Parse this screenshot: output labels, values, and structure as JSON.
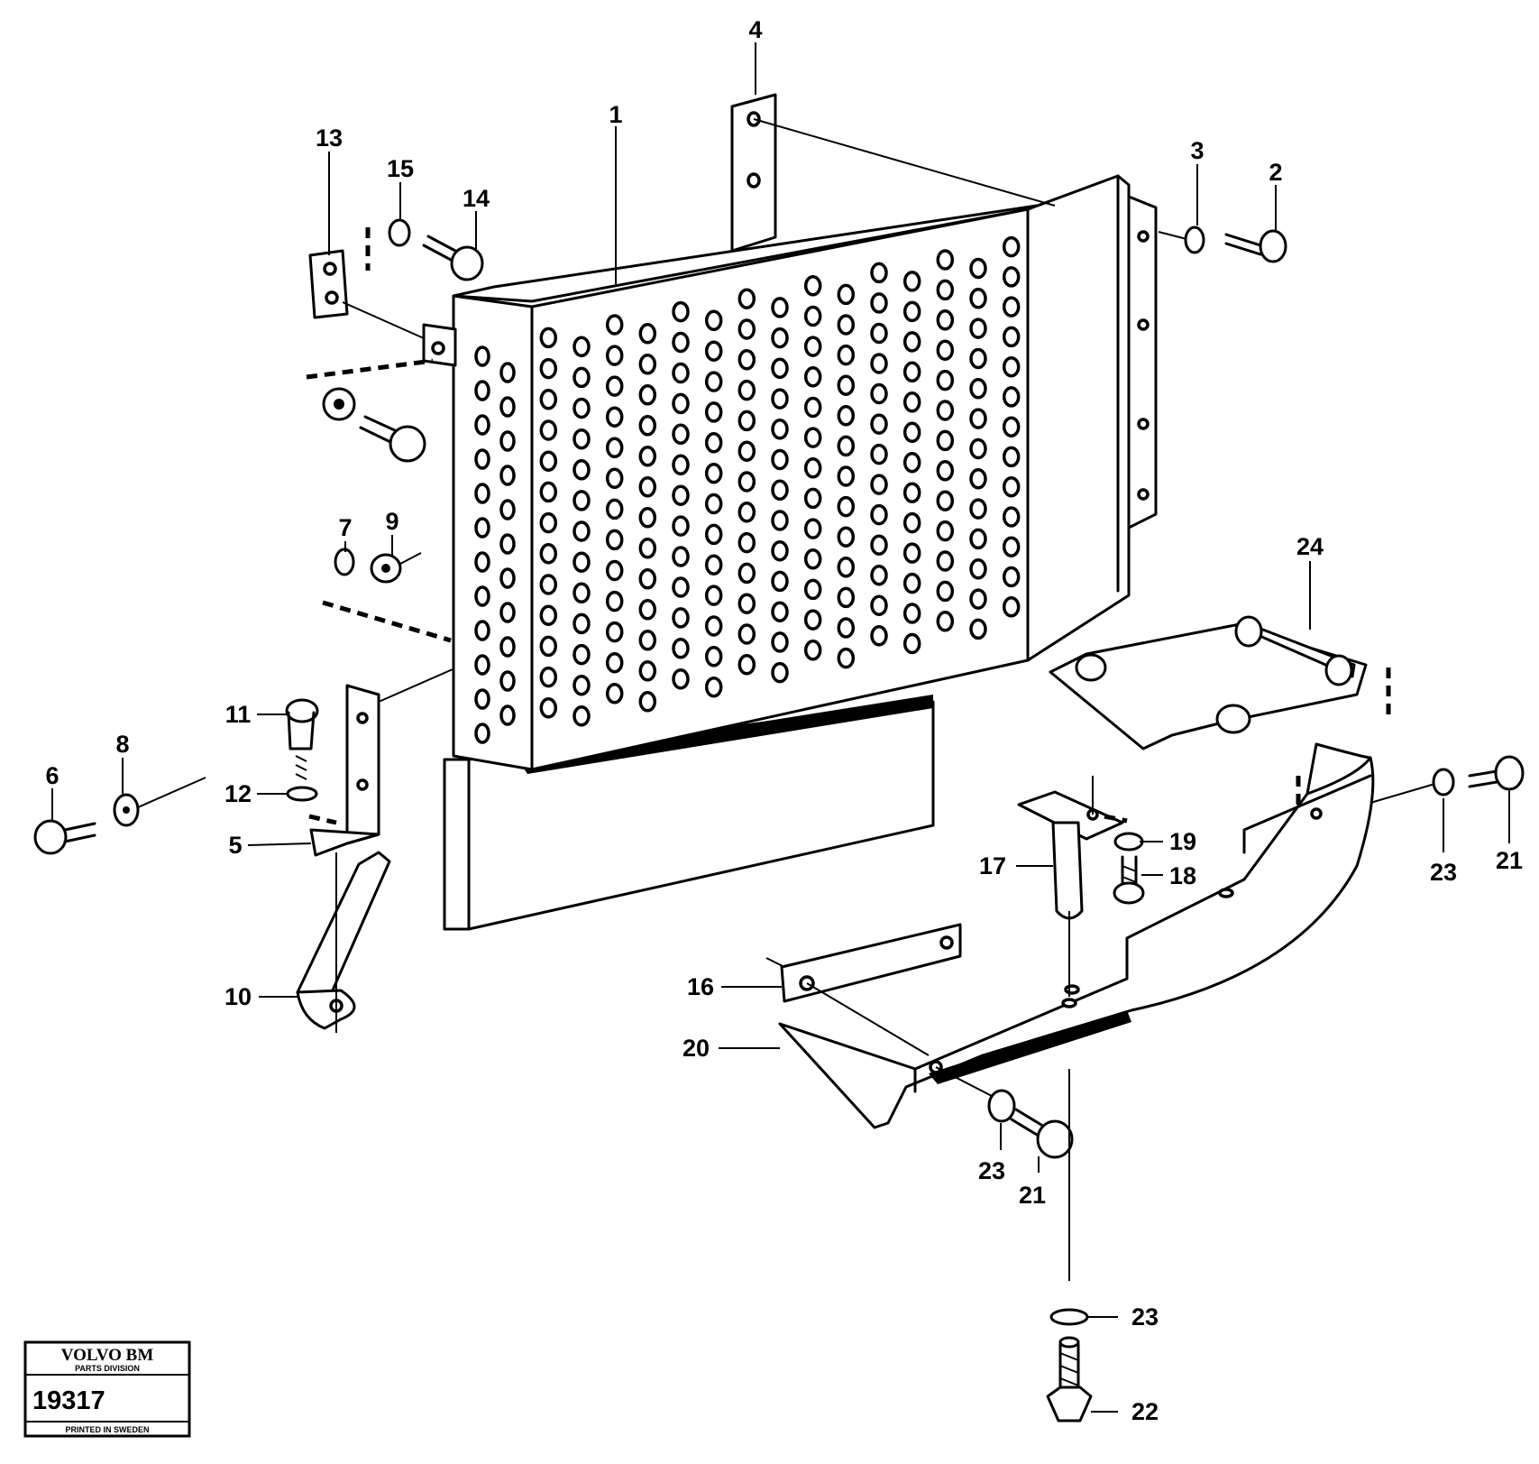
{
  "parts": [
    {
      "id": "1",
      "label": "1"
    },
    {
      "id": "2",
      "label": "2"
    },
    {
      "id": "3",
      "label": "3"
    },
    {
      "id": "4",
      "label": "4"
    },
    {
      "id": "5",
      "label": "5"
    },
    {
      "id": "6",
      "label": "6"
    },
    {
      "id": "7",
      "label": "7"
    },
    {
      "id": "8",
      "label": "8"
    },
    {
      "id": "9",
      "label": "9"
    },
    {
      "id": "10",
      "label": "10"
    },
    {
      "id": "11",
      "label": "11"
    },
    {
      "id": "12",
      "label": "12"
    },
    {
      "id": "13",
      "label": "13"
    },
    {
      "id": "14",
      "label": "14"
    },
    {
      "id": "15",
      "label": "15"
    },
    {
      "id": "16",
      "label": "16"
    },
    {
      "id": "17",
      "label": "17"
    },
    {
      "id": "18",
      "label": "18"
    },
    {
      "id": "19",
      "label": "19"
    },
    {
      "id": "20",
      "label": "20"
    },
    {
      "id": "21a",
      "label": "21"
    },
    {
      "id": "21b",
      "label": "21"
    },
    {
      "id": "22",
      "label": "22"
    },
    {
      "id": "23a",
      "label": "23"
    },
    {
      "id": "23b",
      "label": "23"
    },
    {
      "id": "23c",
      "label": "23"
    },
    {
      "id": "24",
      "label": "24"
    }
  ],
  "legend": {
    "brand": "VOLVO BM",
    "division": "PARTS DIVISION",
    "number": "19317",
    "printed": "PRINTED IN SWEDEN"
  }
}
